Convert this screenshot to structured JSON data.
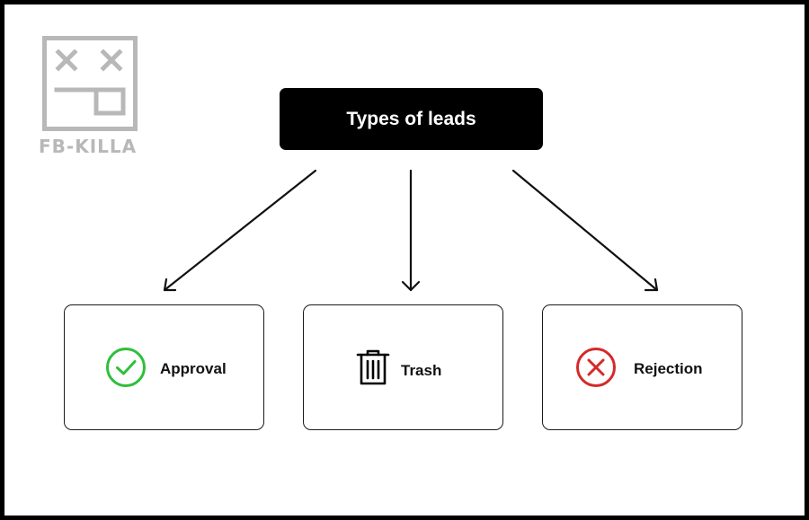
{
  "logo": {
    "text": "FB-KILLA",
    "icon": "dead-face-icon"
  },
  "title": "Types of leads",
  "categories": [
    {
      "label": "Approval",
      "icon": "check-circle-icon",
      "color": "#2fbf3a"
    },
    {
      "label": "Trash",
      "icon": "trash-icon",
      "color": "#000000"
    },
    {
      "label": "Rejection",
      "icon": "x-circle-icon",
      "color": "#d42a2a"
    }
  ]
}
